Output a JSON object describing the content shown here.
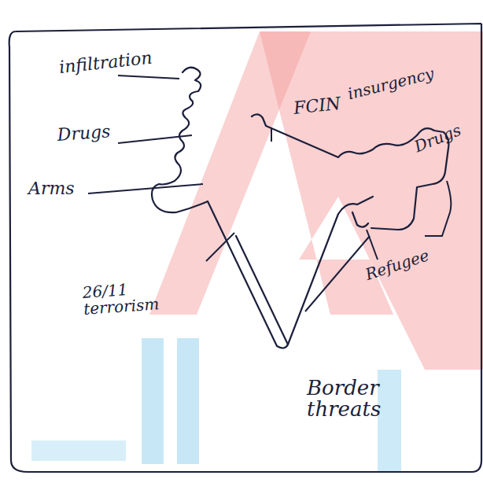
{
  "diagram": {
    "labels": [
      "infiltration",
      "Drugs",
      "Arms",
      "FCIN",
      "insurgency",
      "Drugs",
      "Refugee",
      "26/11 terrorism",
      "Border threats"
    ]
  }
}
